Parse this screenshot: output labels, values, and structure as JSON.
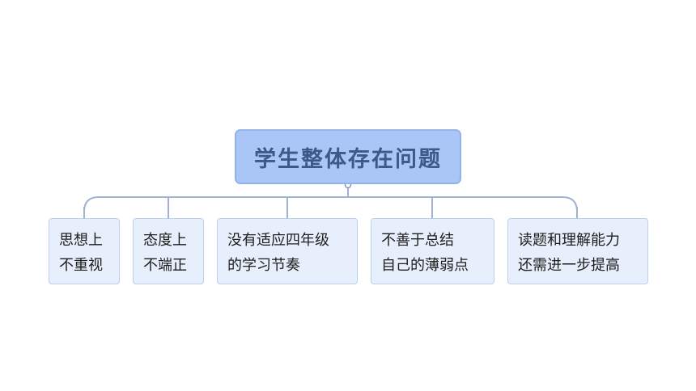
{
  "root": {
    "title": "学生整体存在问题"
  },
  "children": [
    {
      "lines": [
        "思想上",
        "不重视"
      ]
    },
    {
      "lines": [
        "态度上",
        "不端正"
      ]
    },
    {
      "lines": [
        "没有适应四年级",
        "的学习节奏"
      ]
    },
    {
      "lines": [
        "不善于总结",
        "自己的薄弱点"
      ]
    },
    {
      "lines": [
        "读题和理解能力",
        "还需进一步提高"
      ]
    }
  ],
  "colors": {
    "root_fill": "#a9c6f6",
    "root_text": "#3c5a86",
    "child_fill": "#e7effc",
    "child_border": "#bcd0ee",
    "connector": "#9fb3d1"
  }
}
